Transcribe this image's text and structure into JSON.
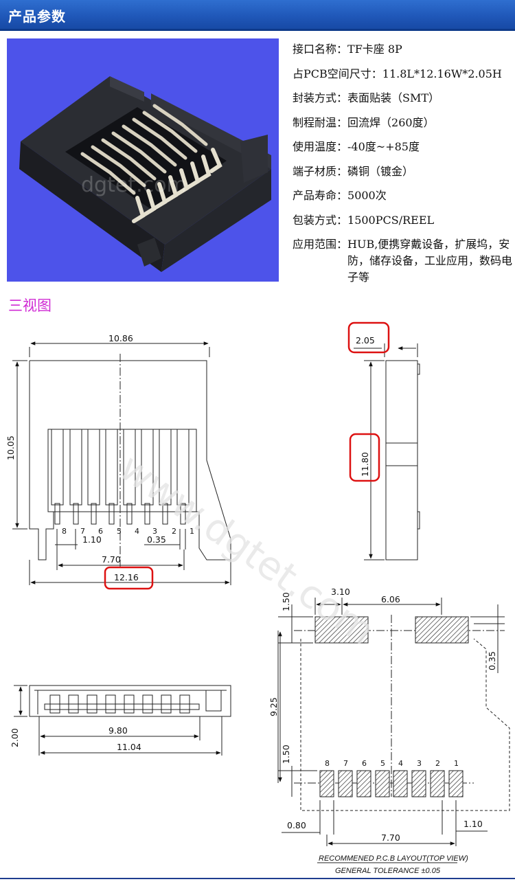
{
  "header": {
    "title": "产品参数"
  },
  "photo": {
    "watermark": "dgtet.com"
  },
  "specs": [
    {
      "label": "接口名称：",
      "value": "TF卡座 8P"
    },
    {
      "label": "占PCB空间尺寸：",
      "value": "11.8L*12.16W*2.05H"
    },
    {
      "label": "封装方式：",
      "value": "表面贴装（SMT）"
    },
    {
      "label": "制程耐温：",
      "value": "回流焊（260度）"
    },
    {
      "label": "使用温度：",
      "value": "-40度~+85度"
    },
    {
      "label": "端子材质：",
      "value": "磷铜（镀金）"
    },
    {
      "label": "产品寿命：",
      "value": "5000次"
    },
    {
      "label": "包装方式：",
      "value": "1500PCS/REEL"
    },
    {
      "label": "应用范围：",
      "value": "HUB,便携穿戴设备，扩展坞，安防，储存设备，工业应用，数码电子等"
    }
  ],
  "section": {
    "title": "三视图"
  },
  "drawing": {
    "top_view": {
      "width": "10.86",
      "height": "10.05",
      "pitch": "1.10",
      "offset": "0.35",
      "pin_span": "7.70",
      "overall_width": "12.16",
      "pins": [
        "8",
        "7",
        "6",
        "5",
        "4",
        "3",
        "2",
        "1"
      ]
    },
    "side_view": {
      "thickness": "2.05",
      "length": "11.80"
    },
    "front_view": {
      "height": "2.00",
      "inner": "9.80",
      "outer": "11.04"
    },
    "pcb_layout": {
      "pad_height": "1.50",
      "pad_gap": "3.10",
      "pad_spacing": "6.06",
      "offset": "0.35",
      "vertical": "9.25",
      "pin_pad": "1.50",
      "pin_width": "0.80",
      "pitch": "1.10",
      "pin_span": "7.70",
      "pins": [
        "8",
        "7",
        "6",
        "5",
        "4",
        "3",
        "2",
        "1"
      ],
      "note_title": "RECOMMENED P.C.B LAYOUT(TOP VIEW)",
      "note_tolerance": "GENERAL TOLERANCE ±0.05"
    },
    "watermark": "www.dgtet.com"
  },
  "colors": {
    "header": "#1f56b7",
    "photo_bg": "#4d53ea",
    "section": "#d02bd4",
    "highlight": "#dd1111"
  }
}
